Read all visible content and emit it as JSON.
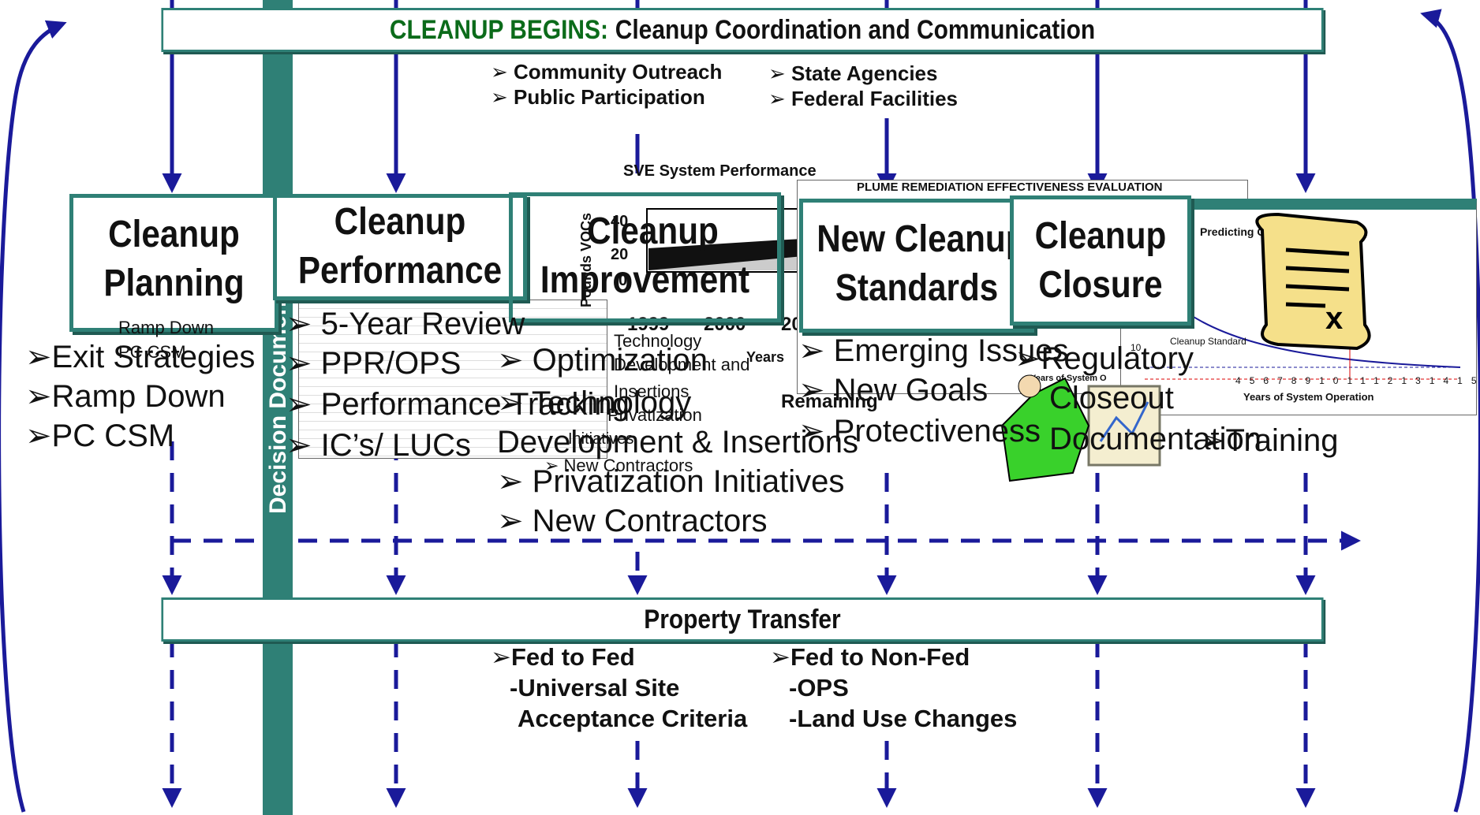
{
  "top_banner": {
    "accent": "CLEANUP BEGINS:",
    "title": "Cleanup Coordination and Communication"
  },
  "outreach": [
    "Community Outreach",
    "Public Participation"
  ],
  "agencies": [
    "State Agencies",
    "Federal Facilities"
  ],
  "sidebar": {
    "label": "Decision Document"
  },
  "stages": [
    {
      "line1": "Cleanup",
      "line2": "Planning"
    },
    {
      "line1": "Cleanup",
      "line2": "Performance"
    },
    {
      "line1": "Cleanup",
      "line2": "Improvement"
    },
    {
      "line1": "New Cleanup",
      "line2": "Standards"
    },
    {
      "line1": "Cleanup",
      "line2": "Closure"
    }
  ],
  "planning_items": [
    "Exit Strategies",
    "Ramp Down",
    "PC CSM"
  ],
  "planning_ghost": [
    "Ramp Down",
    "PC CSM"
  ],
  "performance_items": [
    "5-Year Review",
    "PPR/OPS",
    "Performance Tracking",
    "IC’s/ LUCs"
  ],
  "improvement_items": [
    "Optimization",
    "Technology Development & Insertions",
    "Privatization Initiatives",
    "New Contractors"
  ],
  "improvement_ghost": [
    "Technology",
    "Development and",
    "Insertions",
    "Privatization",
    "Initiatives",
    "New Contractors",
    "Remaining"
  ],
  "standards_items": [
    "Emerging Issues",
    "New Goals",
    "Protectiveness"
  ],
  "closure_items": [
    "Regulatory",
    "Closeout",
    "Documentation",
    "Training"
  ],
  "chart_sve": {
    "title": "SVE System Performance",
    "ylabel": "Pounds VOCs",
    "yticks": [
      "40",
      "20",
      "0"
    ],
    "xticks": [
      "1999",
      "2000",
      "20"
    ],
    "xlabel": "Years"
  },
  "chart_plume": {
    "title": "PLUME REMEDIATION EFFECTIVENESS EVALUATION",
    "subtitle": "Years of System O"
  },
  "chart_predict": {
    "title": "Predicting Cleanup Time Frame",
    "ytick": "10",
    "ref_label": "Cleanup Standard",
    "xticks": [
      "4",
      "5",
      "6",
      "7",
      "8",
      "9",
      "10",
      "11",
      "12",
      "13",
      "14",
      "15"
    ],
    "xlabel": "Years of System Operation"
  },
  "property_banner": {
    "title": "Property Transfer"
  },
  "transfer_fed": {
    "head": "Fed to Fed",
    "sub1": "-Universal Site",
    "sub2": "Acceptance Criteria"
  },
  "transfer_nonfed": {
    "head": "Fed to Non-Fed",
    "sub1": "-OPS",
    "sub2": "-Land Use Changes"
  },
  "colors": {
    "teal": "#2f8076",
    "arrow": "#1a1a9a",
    "accent": "#0b6b1a"
  },
  "icons": [
    "scroll-document-icon",
    "presenter-clipart-icon"
  ]
}
